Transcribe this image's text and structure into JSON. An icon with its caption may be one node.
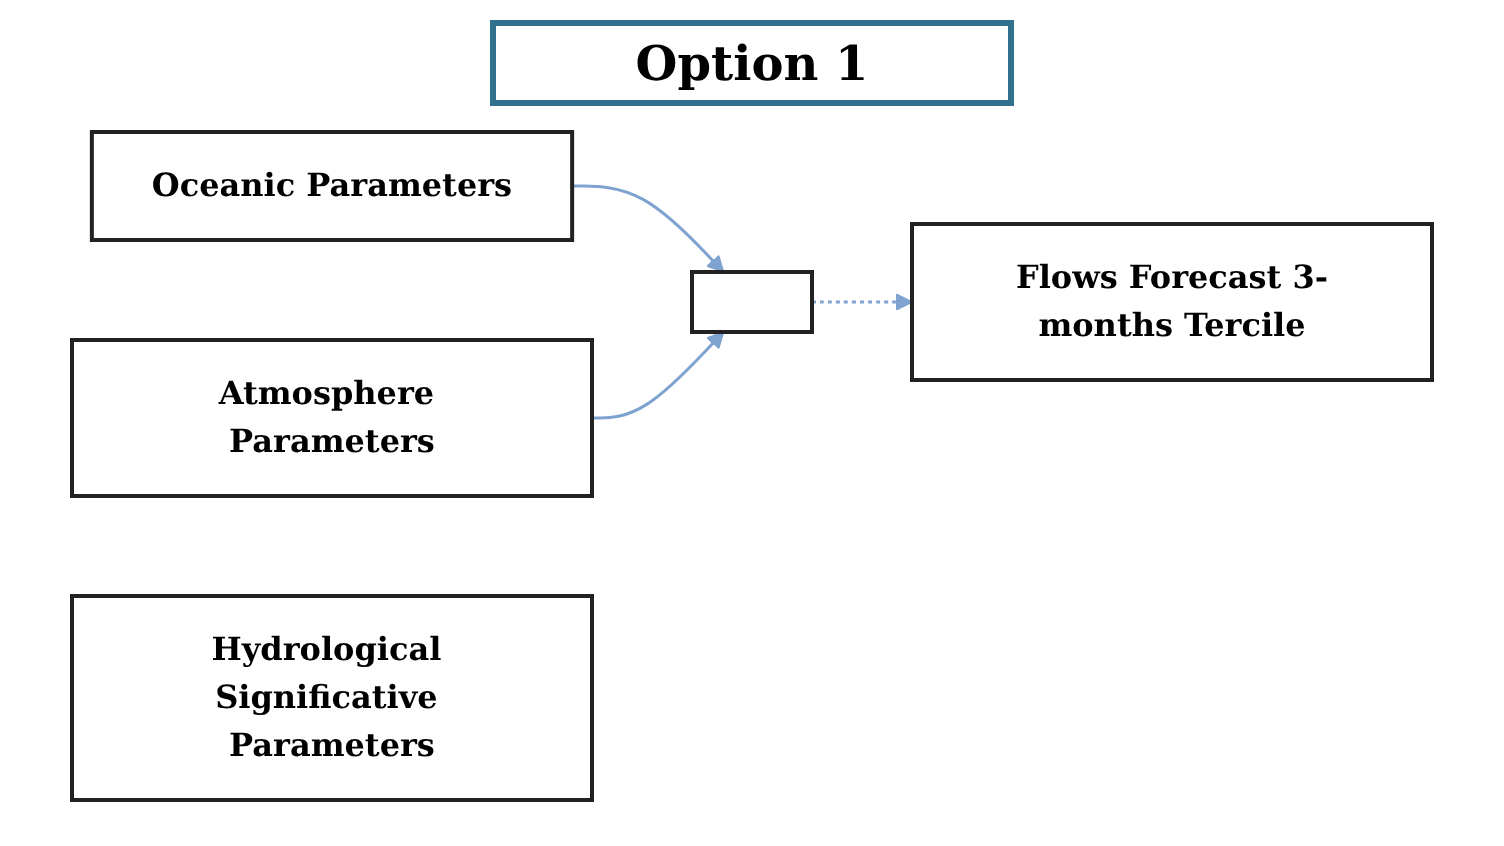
{
  "diagram": {
    "title": "Option 1",
    "nodes": [
      {
        "text": [
          "Oceanic Parameters"
        ]
      },
      {
        "text": [
          "Atmosphere Parameters"
        ]
      },
      {
        "text": [],
        "shape": "box"
      },
      {
        "text": [
          "Flows Forecast 3-months Tercile"
        ]
      },
      {
        "text": [
          "Hydrological Significative Parameters"
        ]
      }
    ],
    "edges": [
      {
        "from": 0,
        "to": 2,
        "arrow": "to"
      },
      {
        "from": 1,
        "to": 2,
        "arrow": "to"
      },
      {
        "from": 2,
        "to": 3,
        "arrow": "to",
        "style": "dashed"
      }
    ]
  }
}
